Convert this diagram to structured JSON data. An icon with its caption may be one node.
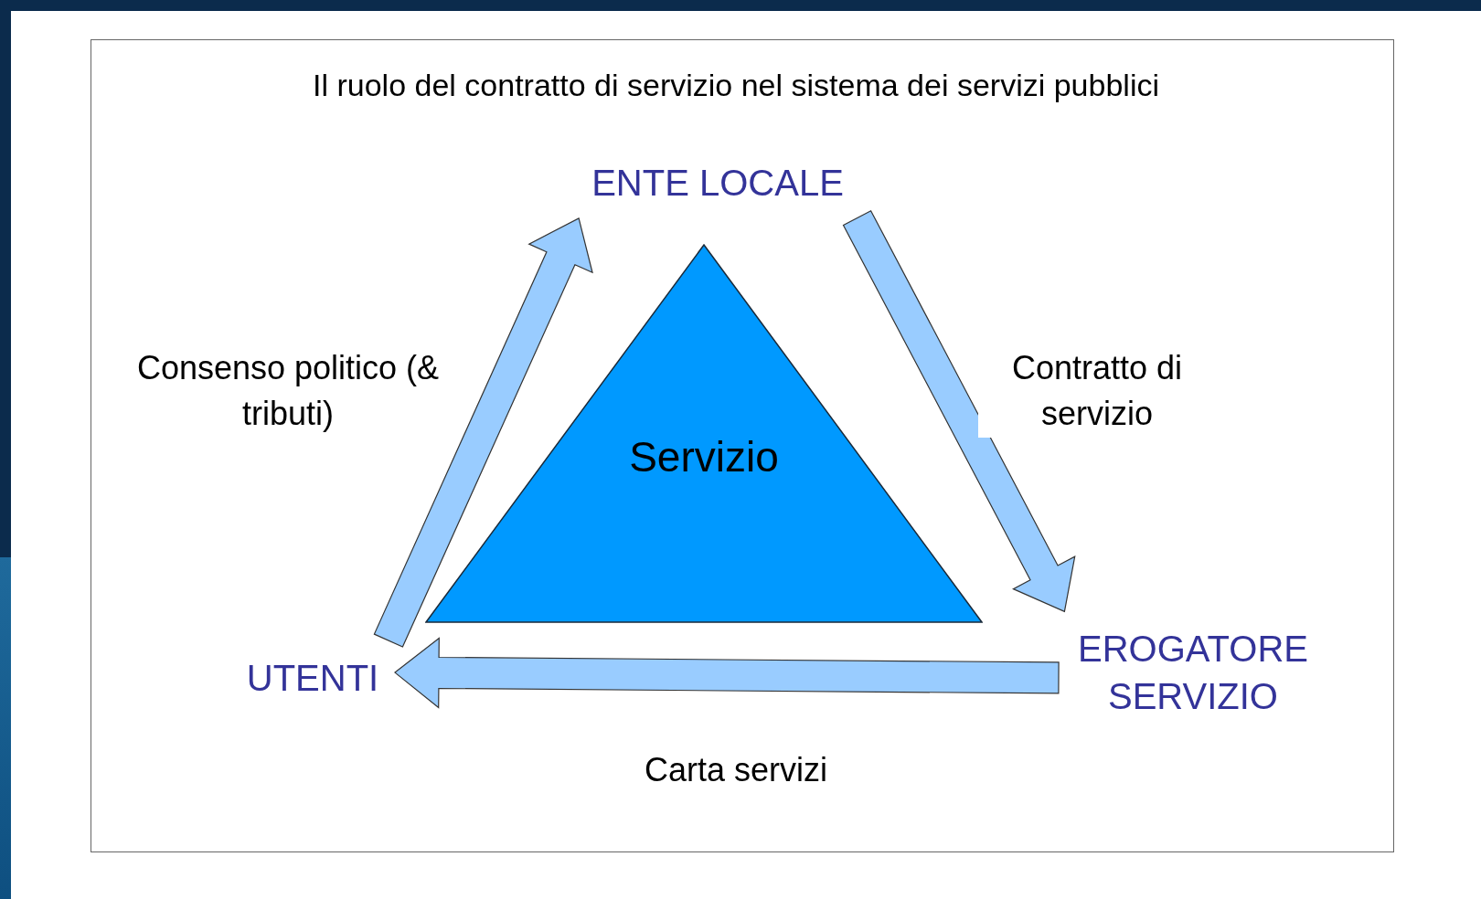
{
  "diagram": {
    "title": "Il ruolo del contratto di servizio nel sistema dei servizi pubblici",
    "nodes": [
      {
        "text": [
          "ENTE LOCALE"
        ]
      },
      {
        "text": [
          "Servizio"
        ]
      },
      {
        "text": [
          "UTENTI"
        ]
      },
      {
        "text": [
          "EROGATORE SERVIZIO"
        ]
      }
    ],
    "edges": [
      {
        "from": 2,
        "to": 0,
        "arrow": "to",
        "label": "Consenso politico (& tributi)"
      },
      {
        "from": 0,
        "to": 3,
        "arrow": "to",
        "label": "Contratto di servizio"
      },
      {
        "from": 3,
        "to": 2,
        "arrow": "to",
        "label": "Carta servizi"
      }
    ]
  }
}
